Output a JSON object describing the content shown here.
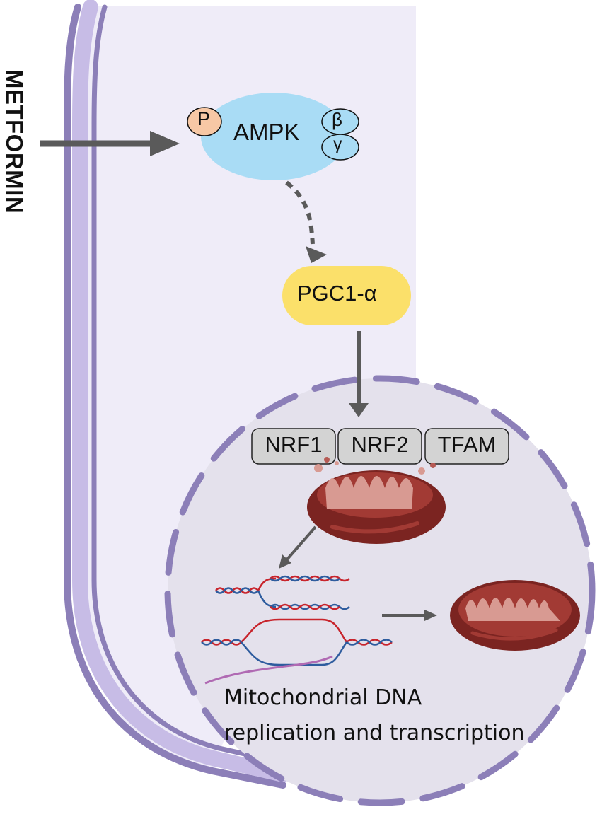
{
  "drug": {
    "label": "METFORMIN"
  },
  "ampk": {
    "label": "AMPK",
    "phospho": "P",
    "beta": "β",
    "gamma": "γ"
  },
  "pgc": {
    "label": "PGC1-α"
  },
  "factors": [
    "NRF1",
    "NRF2",
    "TFAM"
  ],
  "caption": {
    "line1": "Mitochondrial DNA",
    "line2": "replication and transcription"
  },
  "colors": {
    "membrane": "#8c7fb8",
    "membrane_inner": "#c7bce6",
    "cytoplasm": "#efecf8",
    "nucleus": "#e4e1ec",
    "ampk": "#a9dcf5",
    "phospho": "#f7c8a5",
    "pgc": "#fbe06a",
    "factor": "#d3d3d3",
    "arrow": "#5a5a5a",
    "mito_outer": "#7b2421",
    "mito_inner": "#d89a92",
    "dna_red": "#c8242c",
    "dna_blue": "#2e5c9e",
    "rna_purple": "#b06ab3"
  }
}
